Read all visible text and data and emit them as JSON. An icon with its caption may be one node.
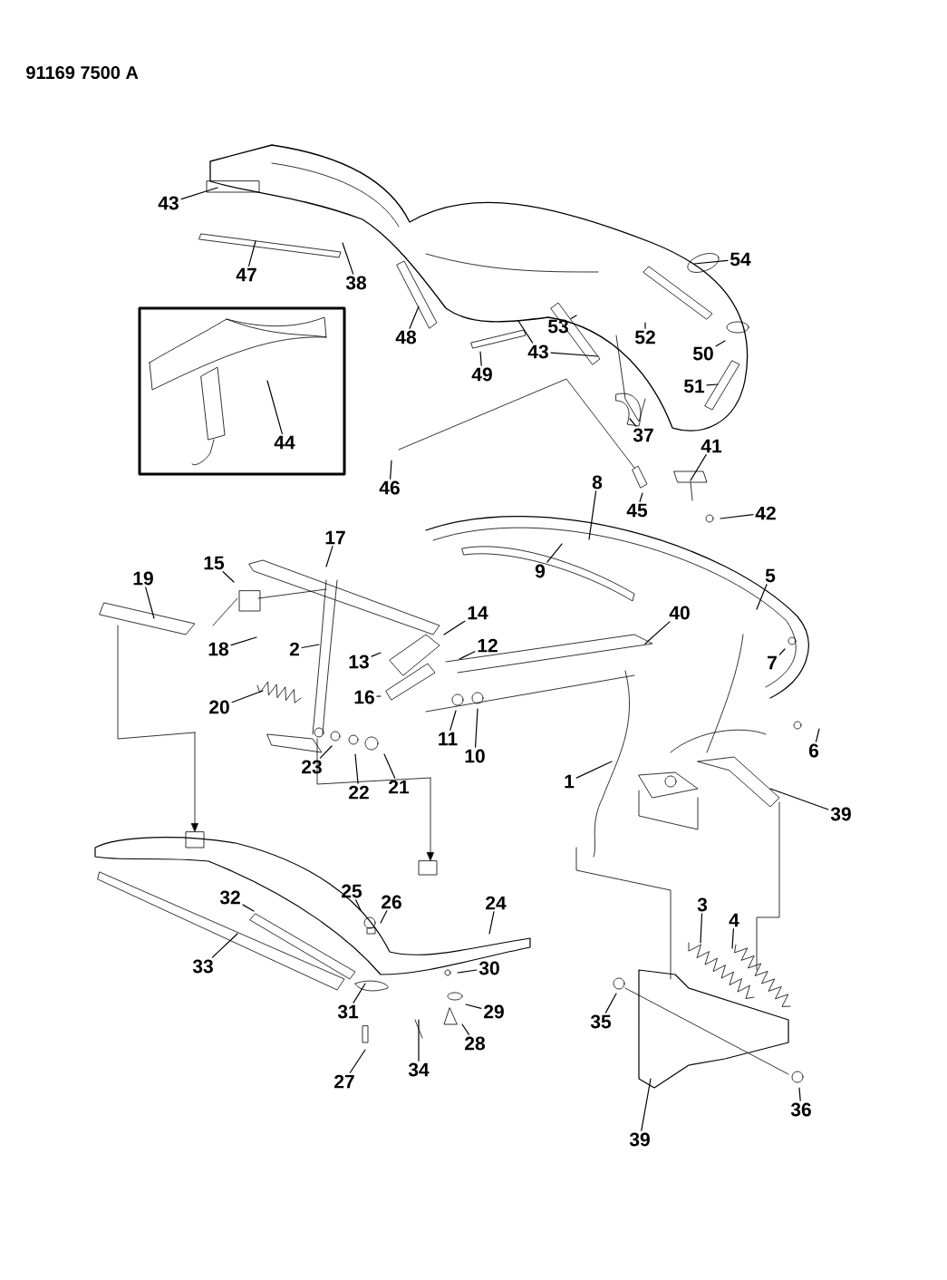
{
  "diagram": {
    "nodes": [
      {
        "text": [
          "43"
        ]
      },
      {
        "text": [
          "47"
        ]
      },
      {
        "text": [
          "38"
        ]
      },
      {
        "text": [
          "48"
        ]
      },
      {
        "text": [
          "49"
        ]
      },
      {
        "text": [
          "43"
        ]
      },
      {
        "text": [
          "53"
        ]
      },
      {
        "text": [
          "52"
        ]
      },
      {
        "text": [
          "50"
        ]
      },
      {
        "text": [
          "51"
        ]
      },
      {
        "text": [
          "54"
        ]
      },
      {
        "text": [
          "37"
        ]
      },
      {
        "text": [
          "44"
        ]
      },
      {
        "text": [
          "46"
        ]
      },
      {
        "text": [
          "45"
        ]
      },
      {
        "text": [
          "41"
        ]
      },
      {
        "text": [
          "42"
        ]
      },
      {
        "text": [
          "8"
        ]
      },
      {
        "text": [
          "17"
        ]
      },
      {
        "text": [
          "15"
        ]
      },
      {
        "text": [
          "19"
        ]
      },
      {
        "text": [
          "9"
        ]
      },
      {
        "text": [
          "5"
        ]
      },
      {
        "text": [
          "14"
        ]
      },
      {
        "text": [
          "40"
        ]
      },
      {
        "text": [
          "12"
        ]
      },
      {
        "text": [
          "2"
        ]
      },
      {
        "text": [
          "13"
        ]
      },
      {
        "text": [
          "7"
        ]
      },
      {
        "text": [
          "18"
        ]
      },
      {
        "text": [
          "16"
        ]
      },
      {
        "text": [
          "20"
        ]
      },
      {
        "text": [
          "11"
        ]
      },
      {
        "text": [
          "10"
        ]
      },
      {
        "text": [
          "23"
        ]
      },
      {
        "text": [
          "22"
        ]
      },
      {
        "text": [
          "21"
        ]
      },
      {
        "text": [
          "6"
        ]
      },
      {
        "text": [
          "1"
        ]
      },
      {
        "text": [
          "39"
        ]
      },
      {
        "text": [
          "3"
        ]
      },
      {
        "text": [
          "4"
        ]
      },
      {
        "text": [
          "25"
        ]
      },
      {
        "text": [
          "26"
        ]
      },
      {
        "text": [
          "24"
        ]
      },
      {
        "text": [
          "32"
        ]
      },
      {
        "text": [
          "33"
        ]
      },
      {
        "text": [
          "30"
        ]
      },
      {
        "text": [
          "29"
        ]
      },
      {
        "text": [
          "31"
        ]
      },
      {
        "text": [
          "35"
        ]
      },
      {
        "text": [
          "28"
        ]
      },
      {
        "text": [
          "34"
        ]
      },
      {
        "text": [
          "27"
        ]
      },
      {
        "text": [
          "36"
        ]
      },
      {
        "text": [
          "39"
        ]
      }
    ],
    "edges": [
      {
        "from": 0,
        "to": null,
        "arrow": "none"
      },
      {
        "from": 1,
        "to": null,
        "arrow": "none"
      },
      {
        "from": 2,
        "to": null,
        "arrow": "none"
      },
      {
        "from": 3,
        "to": null,
        "arrow": "none"
      },
      {
        "from": 4,
        "to": null,
        "arrow": "none"
      },
      {
        "from": 5,
        "to": null,
        "arrow": "none"
      },
      {
        "from": 5,
        "to": null,
        "arrow": "none"
      },
      {
        "from": 6,
        "to": null,
        "arrow": "none"
      },
      {
        "from": 7,
        "to": null,
        "arrow": "none"
      },
      {
        "from": 8,
        "to": null,
        "arrow": "none"
      },
      {
        "from": 9,
        "to": null,
        "arrow": "none"
      },
      {
        "from": 10,
        "to": null,
        "arrow": "none"
      },
      {
        "from": 11,
        "to": null,
        "arrow": "none"
      },
      {
        "from": 12,
        "to": null,
        "arrow": "none"
      },
      {
        "from": 13,
        "to": null,
        "arrow": "none"
      },
      {
        "from": 14,
        "to": null,
        "arrow": "none"
      },
      {
        "from": 15,
        "to": null,
        "arrow": "none"
      },
      {
        "from": 16,
        "to": null,
        "arrow": "none"
      },
      {
        "from": 17,
        "to": null,
        "arrow": "none"
      },
      {
        "from": 18,
        "to": null,
        "arrow": "none"
      },
      {
        "from": 19,
        "to": null,
        "arrow": "none"
      },
      {
        "from": 20,
        "to": null,
        "arrow": "none"
      },
      {
        "from": 21,
        "to": null,
        "arrow": "none"
      },
      {
        "from": 22,
        "to": null,
        "arrow": "none"
      },
      {
        "from": 23,
        "to": null,
        "arrow": "none"
      },
      {
        "from": 24,
        "to": null,
        "arrow": "none"
      },
      {
        "from": 25,
        "to": null,
        "arrow": "none"
      },
      {
        "from": 26,
        "to": null,
        "arrow": "none"
      },
      {
        "from": 27,
        "to": null,
        "arrow": "none"
      },
      {
        "from": 28,
        "to": null,
        "arrow": "none"
      },
      {
        "from": 29,
        "to": null,
        "arrow": "none"
      },
      {
        "from": 30,
        "to": null,
        "arrow": "none"
      },
      {
        "from": 31,
        "to": null,
        "arrow": "none"
      },
      {
        "from": 32,
        "to": null,
        "arrow": "none"
      },
      {
        "from": 33,
        "to": null,
        "arrow": "none"
      },
      {
        "from": 34,
        "to": null,
        "arrow": "none"
      },
      {
        "from": 35,
        "to": null,
        "arrow": "none"
      },
      {
        "from": 36,
        "to": null,
        "arrow": "none"
      },
      {
        "from": 37,
        "to": null,
        "arrow": "none"
      },
      {
        "from": 38,
        "to": null,
        "arrow": "none"
      },
      {
        "from": 39,
        "to": null,
        "arrow": "none"
      },
      {
        "from": 40,
        "to": null,
        "arrow": "none"
      },
      {
        "from": 41,
        "to": null,
        "arrow": "none"
      },
      {
        "from": 42,
        "to": null,
        "arrow": "none"
      },
      {
        "from": 43,
        "to": null,
        "arrow": "none"
      },
      {
        "from": 44,
        "to": null,
        "arrow": "none"
      },
      {
        "from": 45,
        "to": null,
        "arrow": "none"
      },
      {
        "from": 46,
        "to": null,
        "arrow": "none"
      },
      {
        "from": 47,
        "to": null,
        "arrow": "none"
      },
      {
        "from": 48,
        "to": null,
        "arrow": "none"
      },
      {
        "from": 49,
        "to": null,
        "arrow": "none"
      },
      {
        "from": 50,
        "to": null,
        "arrow": "none"
      },
      {
        "from": 51,
        "to": null,
        "arrow": "none"
      },
      {
        "from": 52,
        "to": null,
        "arrow": "none"
      },
      {
        "from": 53,
        "to": null,
        "arrow": "none"
      },
      {
        "from": 54,
        "to": null,
        "arrow": "none"
      },
      {
        "from": 55,
        "to": null,
        "arrow": "none"
      }
    ],
    "labels": [
      "91169 7500 A"
    ]
  }
}
